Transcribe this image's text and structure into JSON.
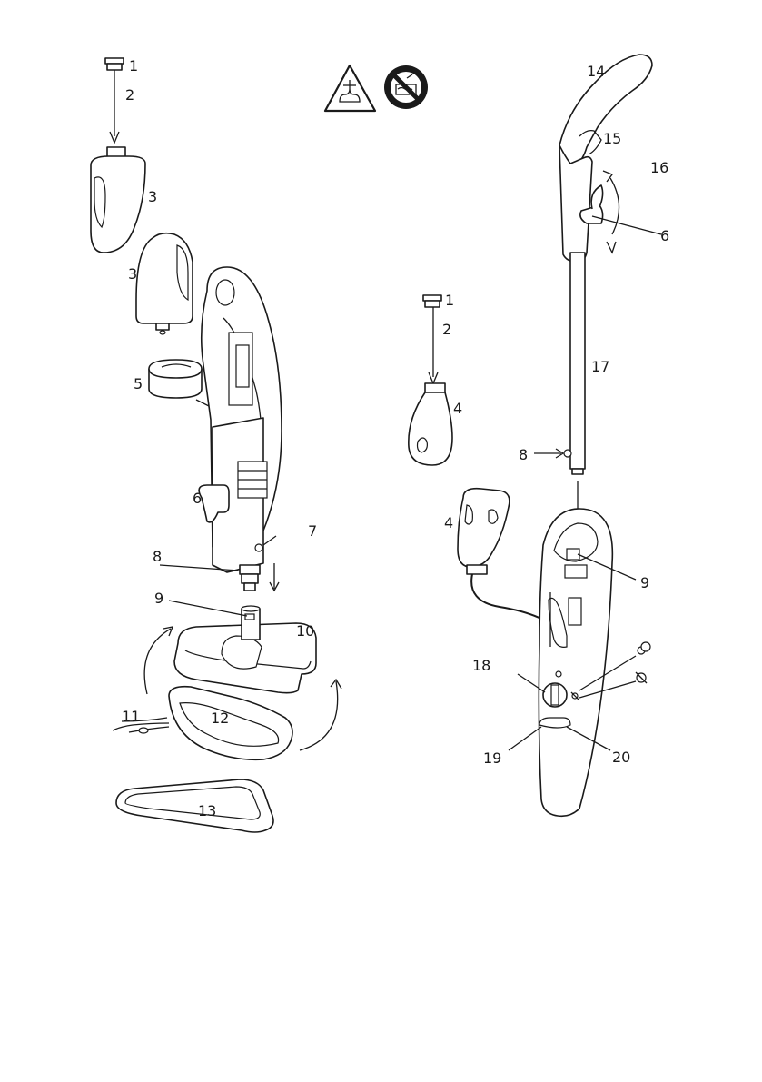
{
  "colors": {
    "ink": "#1a1a1a",
    "background": "#ffffff"
  },
  "icons": [
    "warning-hot-steam-icon",
    "no-immersion-in-water-icon"
  ],
  "labels": [
    {
      "id": "l1a",
      "text": "1"
    },
    {
      "id": "l2a",
      "text": "2"
    },
    {
      "id": "l3a",
      "text": "3"
    },
    {
      "id": "l3b",
      "text": "3"
    },
    {
      "id": "l5",
      "text": "5"
    },
    {
      "id": "l6a",
      "text": "6"
    },
    {
      "id": "l7",
      "text": "7"
    },
    {
      "id": "l8a",
      "text": "8"
    },
    {
      "id": "l9a",
      "text": "9"
    },
    {
      "id": "l10",
      "text": "10"
    },
    {
      "id": "l11",
      "text": "11"
    },
    {
      "id": "l12",
      "text": "12"
    },
    {
      "id": "l13",
      "text": "13"
    },
    {
      "id": "l1b",
      "text": "1"
    },
    {
      "id": "l2b",
      "text": "2"
    },
    {
      "id": "l4a",
      "text": "4"
    },
    {
      "id": "l4b",
      "text": "4"
    },
    {
      "id": "l14",
      "text": "14"
    },
    {
      "id": "l15",
      "text": "15"
    },
    {
      "id": "l16",
      "text": "16"
    },
    {
      "id": "l6b",
      "text": "6"
    },
    {
      "id": "l17",
      "text": "17"
    },
    {
      "id": "l8b",
      "text": "8"
    },
    {
      "id": "l9b",
      "text": "9"
    },
    {
      "id": "l18",
      "text": "18"
    },
    {
      "id": "l19",
      "text": "19"
    },
    {
      "id": "l20",
      "text": "20"
    }
  ]
}
